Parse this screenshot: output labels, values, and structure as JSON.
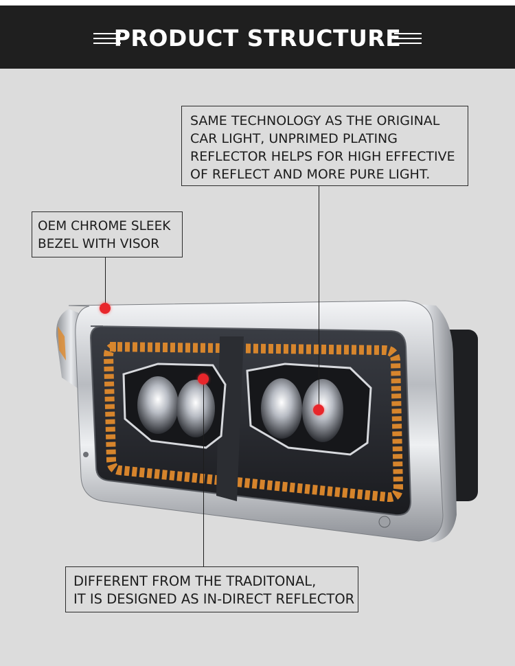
{
  "header": {
    "title": "PRODUCT STRUCTURE"
  },
  "callouts": {
    "technology": {
      "lines": [
        "SAME TECHNOLOGY AS THE ORIGINAL",
        "CAR LIGHT, UNPRIMED PLATING",
        "REFLECTOR HELPS FOR HIGH EFFECTIVE",
        "OF REFLECT AND MORE PURE LIGHT."
      ]
    },
    "bezel": {
      "lines": [
        "OEM CHROME SLEEK",
        "BEZEL WITH VISOR"
      ]
    },
    "reflector": {
      "lines": [
        "DIFFERENT FROM THE TRADITONAL,",
        "IT IS DESIGNED AS IN-DIRECT REFLECTOR"
      ]
    }
  },
  "colors": {
    "header_bg": "#1f1f1f",
    "page_bg": "#dcdcdc",
    "marker": "#e8262b",
    "amber": "#e08a2c",
    "chrome": "#c9ccd0"
  },
  "product": {
    "image": "led-headlight-chrome-bezel-icon"
  }
}
